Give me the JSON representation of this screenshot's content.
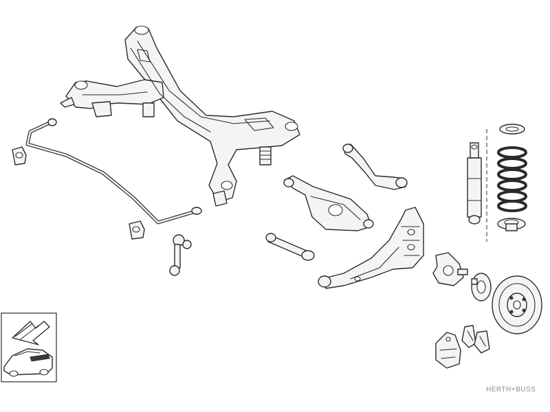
{
  "brand": {
    "watermark": "HERTH+BUSS",
    "watermark_color": "#8a8a8a"
  },
  "diagram": {
    "parts": [
      "rear-subframe",
      "stabilizer-bar",
      "stabilizer-bushing",
      "stabilizer-link",
      "lower-control-arm",
      "upper-control-arm",
      "toe-link",
      "trailing-arm",
      "wheel-hub-carrier",
      "wheel-bearing-hub",
      "brake-disc",
      "brake-caliper-bracket",
      "brake-pads",
      "shock-absorber",
      "coil-spring",
      "spring-seat"
    ],
    "inset": "vehicle-rear-axle-location"
  }
}
